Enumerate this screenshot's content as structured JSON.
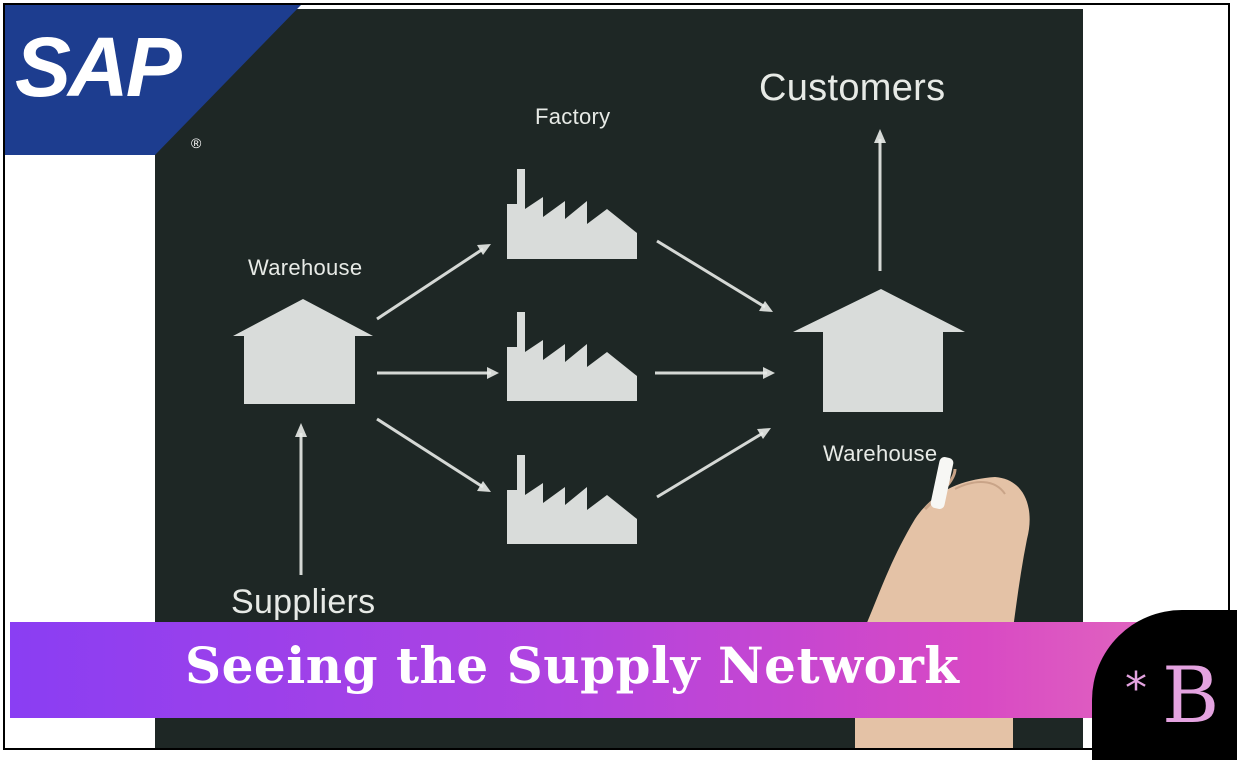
{
  "logo": {
    "text": "SAP",
    "registered": "®",
    "color": "#1d3d8f"
  },
  "diagram": {
    "labels": {
      "factory": "Factory",
      "warehouse_left": "Warehouse",
      "warehouse_right": "Warehouse",
      "customers": "Customers",
      "suppliers": "Suppliers"
    }
  },
  "banner": {
    "title": "Seeing the Supply Network",
    "gradient_colors": [
      "#8a3ef3",
      "#d849c4",
      "#e46fbd"
    ]
  },
  "brand_badge": {
    "star": "*",
    "letter": "B",
    "color": "#e4a3e0"
  },
  "icons": [
    "warehouse-icon",
    "factory-icon",
    "arrow-icon",
    "hand-with-chalk"
  ]
}
